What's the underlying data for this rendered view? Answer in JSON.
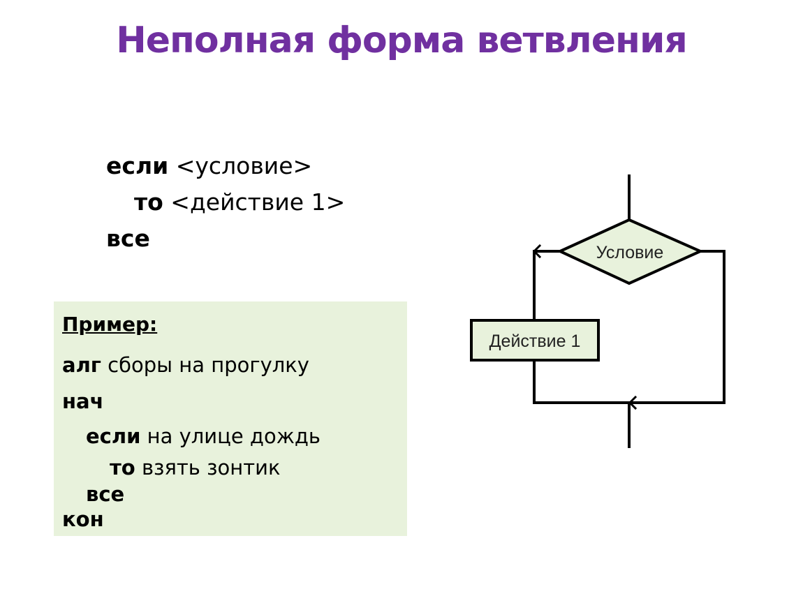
{
  "title": "Неполная форма ветвления",
  "syntax": {
    "line1_kw": "если",
    "line1_rest": " <условие>",
    "line2_kw": "то",
    "line2_rest": " <действие 1>",
    "line3_kw": "все"
  },
  "example": {
    "header": "Пример:",
    "alg_kw": "алг",
    "alg_rest": " сборы на прогулку",
    "begin_kw": "нач",
    "if_kw": "если",
    "if_rest": " на улице дождь",
    "then_kw": "то",
    "then_rest": " взять зонтик",
    "endif_kw": "все",
    "end_kw": "кон"
  },
  "flowchart": {
    "condition_label": "Условие",
    "action_label": "Действие 1",
    "shape_fill": "#e8f2dc"
  }
}
